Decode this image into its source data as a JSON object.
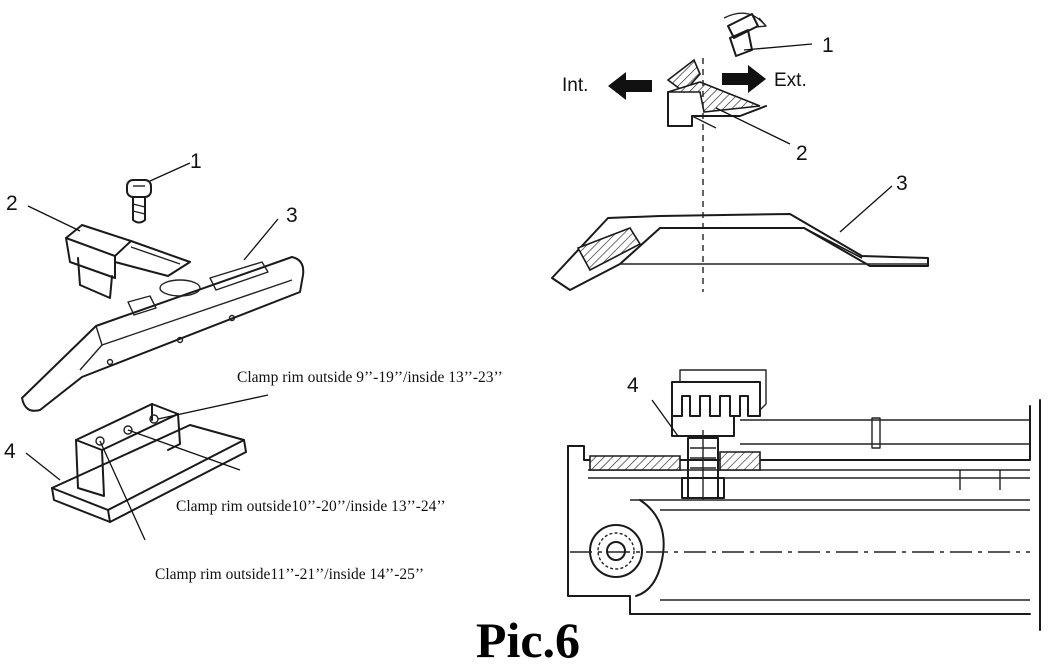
{
  "callouts": {
    "left": [
      "1",
      "2",
      "3",
      "4"
    ],
    "top_right": [
      "1",
      "2",
      "3"
    ],
    "bottom_right": [
      "4"
    ]
  },
  "direction_labels": {
    "internal": "Int.",
    "external": "Ext."
  },
  "clamp_notes": [
    "Clamp rim outside 9’’-19’’/inside 13’’-23’’",
    "Clamp rim outside10’’-20’’/inside 13’’-24’’",
    "Clamp rim outside11’’-21’’/inside 14’’-25’’"
  ],
  "caption": "Pic.6"
}
